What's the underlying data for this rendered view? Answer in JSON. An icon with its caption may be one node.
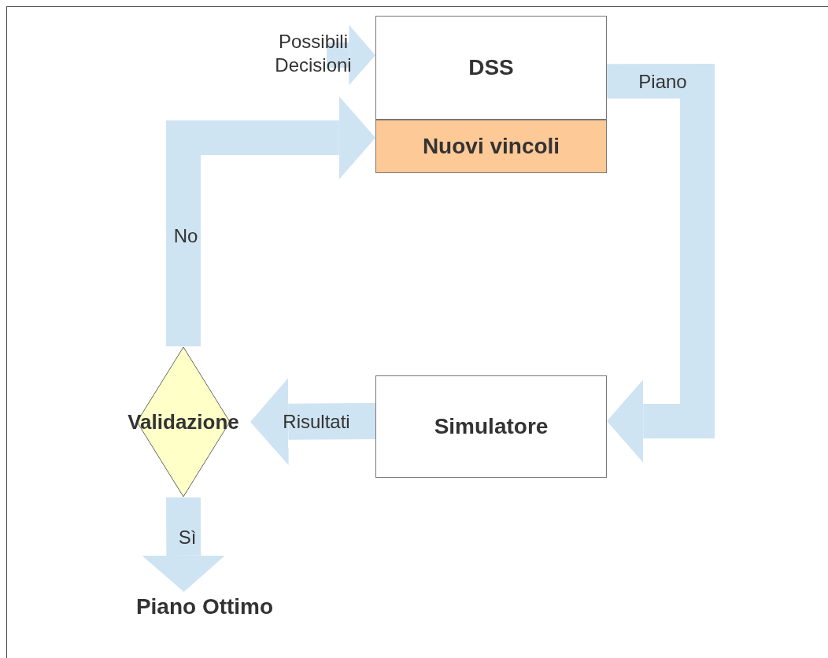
{
  "diagram": {
    "nodes": [
      {
        "text": [
          "DSS"
        ]
      },
      {
        "text": [
          "Nuovi vincoli"
        ]
      },
      {
        "text": [
          "Simulatore"
        ]
      },
      {
        "text": [
          "Validazione"
        ]
      },
      {
        "text": [
          "Piano Ottimo"
        ]
      }
    ],
    "edges": [
      {
        "from": 0,
        "to": 2,
        "arrow": "to",
        "label": "Piano"
      },
      {
        "from": 2,
        "to": 3,
        "arrow": "to",
        "label": "Risultati"
      },
      {
        "from": 3,
        "to": 1,
        "arrow": "to",
        "label": "No"
      },
      {
        "from": 3,
        "to": 4,
        "arrow": "to",
        "label": "Sì"
      },
      {
        "from": null,
        "to": 0,
        "arrow": "to",
        "label": "Possibili Decisioni"
      }
    ]
  }
}
